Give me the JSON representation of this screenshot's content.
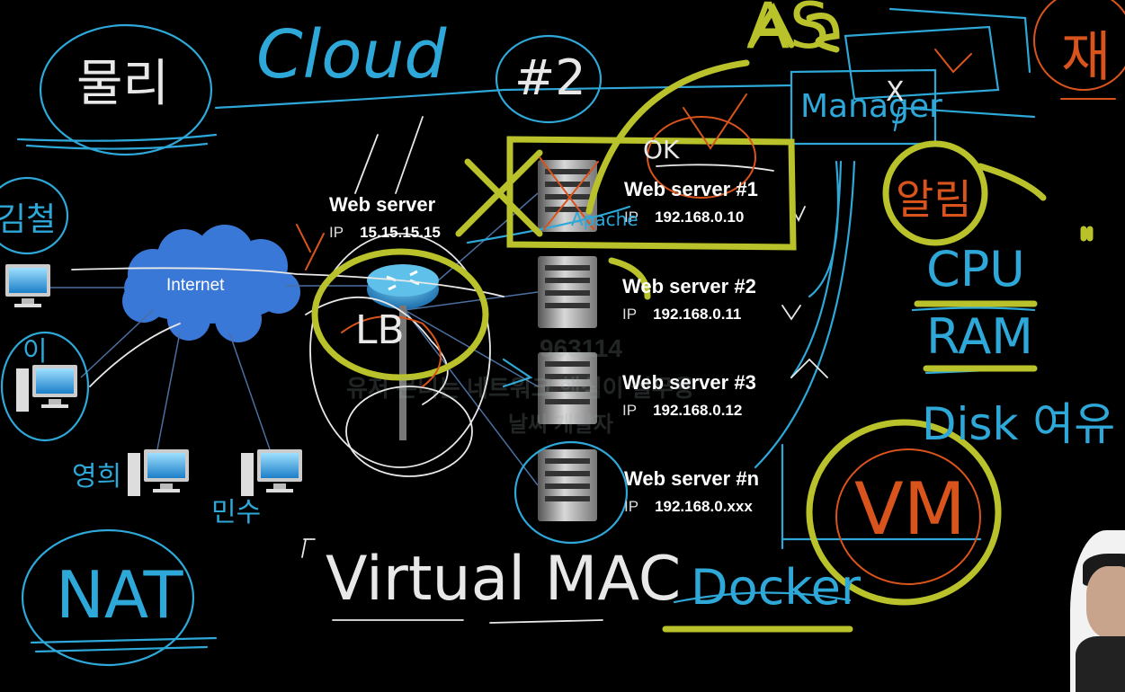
{
  "diagram": {
    "top_web_server": {
      "title": "Web server",
      "ip_key": "IP",
      "ip": "15.15.15.15"
    },
    "internet_label": "Internet",
    "servers": [
      {
        "name": "Web server #1",
        "ip_key": "IP",
        "ip": "192.168.0.10"
      },
      {
        "name": "Web server #2",
        "ip_key": "IP",
        "ip": "192.168.0.11"
      },
      {
        "name": "Web server #3",
        "ip_key": "IP",
        "ip": "192.168.0.12"
      },
      {
        "name": "Web server #n",
        "ip_key": "IP",
        "ip": "192.168.0.xxx"
      }
    ]
  },
  "handwriting": {
    "physical": "물리",
    "cloud": "Cloud",
    "hash2": "#2",
    "as": "AS",
    "manager": "Manager",
    "x_mark": "X",
    "alert": "알림",
    "cpu": "CPU",
    "ram": "RAM",
    "disk": "Disk 여유",
    "lb": "LB",
    "nat": "NAT",
    "virtual_mac": "Virtual MAC",
    "docker": "Docker",
    "vm": "VM",
    "ok": "OK",
    "apache": "Apache",
    "top_right": "재",
    "pc_kim": "김철",
    "pc_lee": "이",
    "pc_young": "영희",
    "pc_min": "민수"
  },
  "watermark": {
    "number": "963114",
    "line1": "유저 몬니는 네트워크 핵심이 실무용",
    "line2": "날씨 개발자"
  },
  "colors": {
    "blue_ink": "#2ea8d8",
    "white_ink": "#e8e8e8",
    "yellow_ink": "#b9c22a",
    "orange_ink": "#d9541c",
    "cloud_fill": "#3a78d8"
  }
}
